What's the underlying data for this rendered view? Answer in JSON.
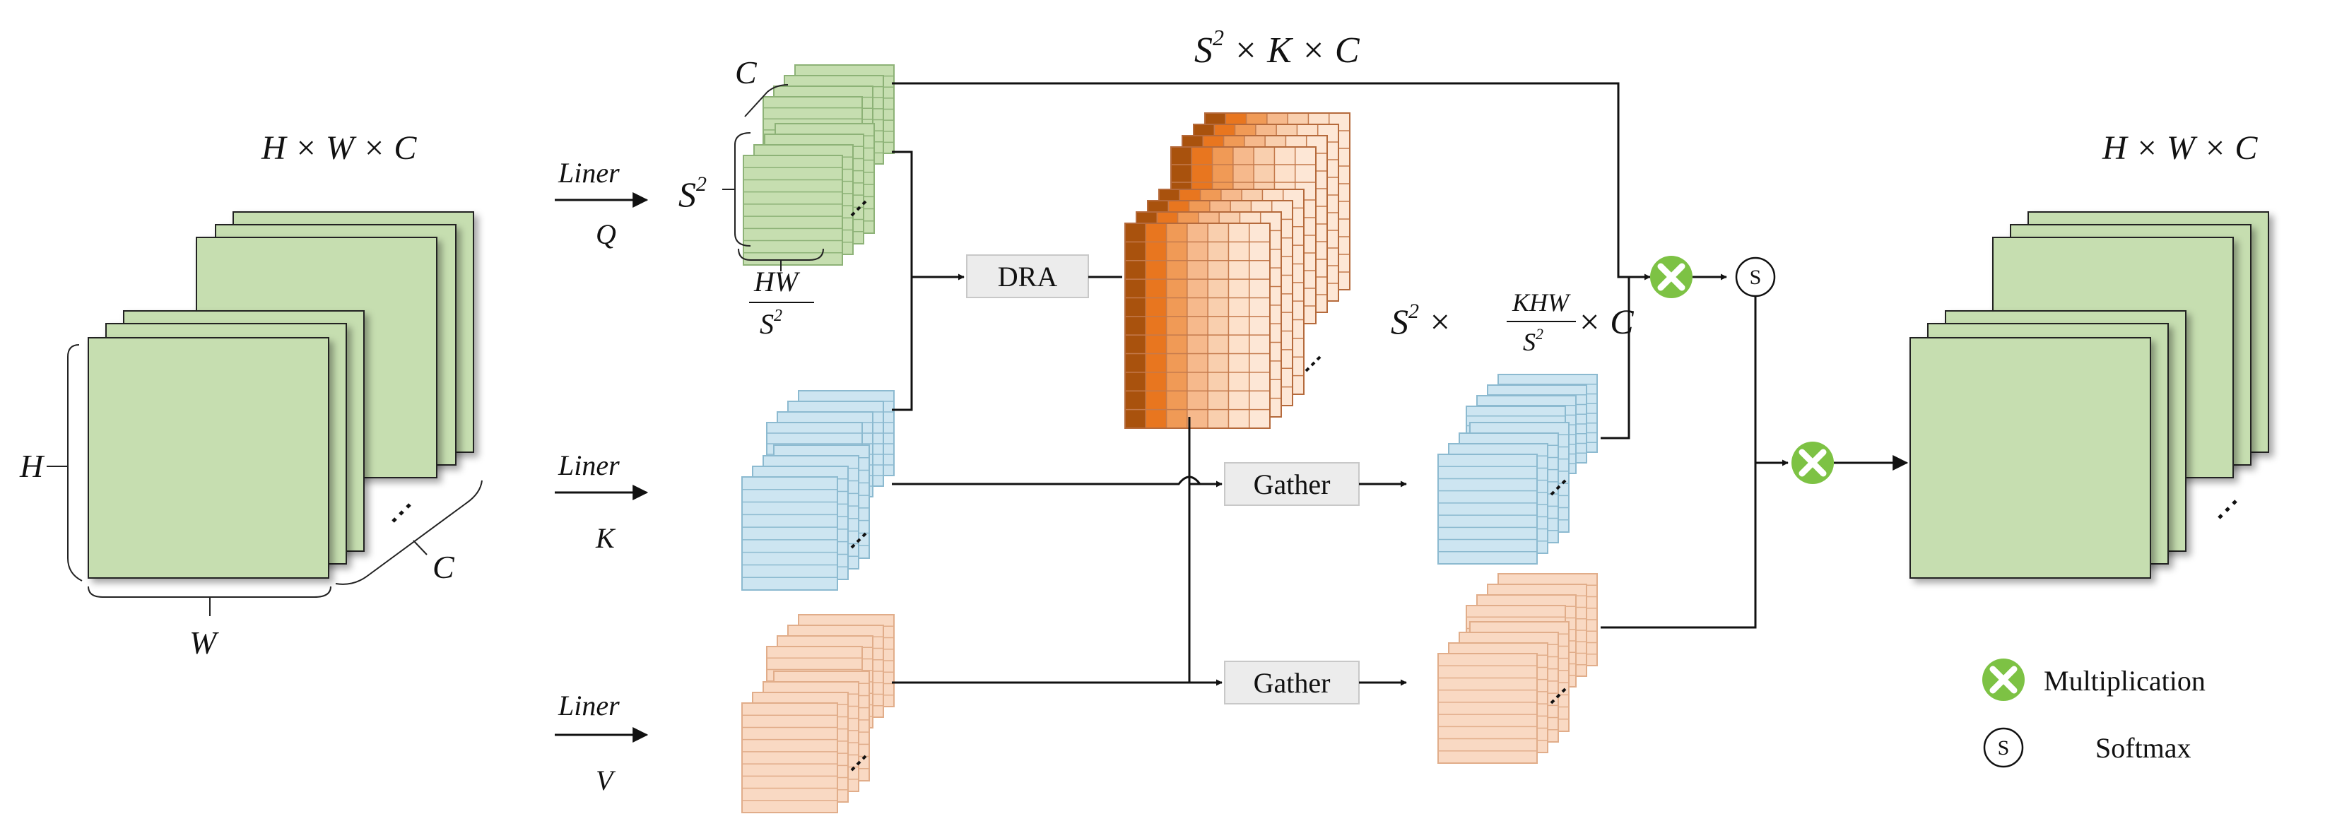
{
  "input": {
    "dims": "H × W × C",
    "height_label": "H",
    "width_label": "W",
    "channel_label": "C"
  },
  "projections": [
    {
      "label": "Liner",
      "symbol": "Q"
    },
    {
      "label": "Liner",
      "symbol": "K"
    },
    {
      "label": "Liner",
      "symbol": "V"
    }
  ],
  "query": {
    "channel": "C",
    "rows": "S",
    "rows_sup": "2",
    "frac_num": "HW",
    "frac_den": "S",
    "frac_den_sup": "2"
  },
  "top_dims": {
    "base": "S",
    "sup": "2",
    "rest": " × K × C"
  },
  "gathered_dims": {
    "base": "S",
    "sup": "2",
    "times": " × ",
    "frac_num": "KHW",
    "frac_den": "S",
    "frac_den_sup": "2",
    "tail": " × C"
  },
  "blocks": {
    "dra": "DRA",
    "gather_k": "Gather",
    "gather_v": "Gather"
  },
  "output": {
    "dims": "H × W × C"
  },
  "legend": {
    "multiplication": "Multiplication",
    "softmax_symbol": "S",
    "softmax": "Softmax"
  },
  "colors": {
    "green_fill": "#c6deb0",
    "green_stroke": "#8db277",
    "blue_fill": "#cde5f1",
    "blue_stroke": "#8cbad0",
    "peach_fill": "#f9d9c3",
    "peach_stroke": "#e1ad8a",
    "orange_dark": "#a9520d",
    "orange_mid": "#e8761f",
    "orange_light": "#f6b98c",
    "mult_green": "#7dc244",
    "gray_box": "#ececec"
  }
}
